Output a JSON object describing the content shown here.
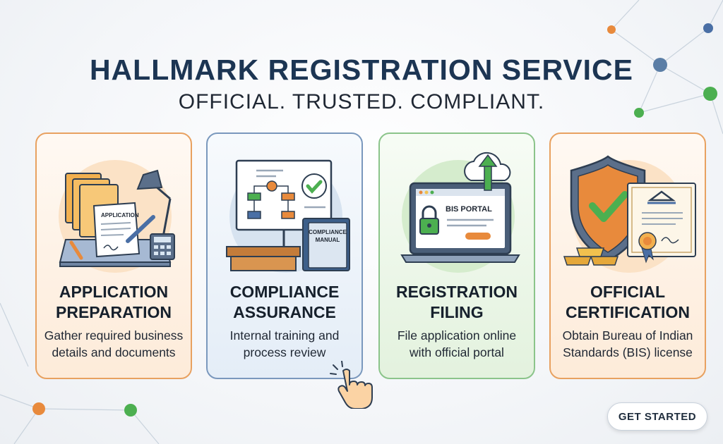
{
  "header": {
    "title": "HALLMARK REGISTRATION SERVICE",
    "subtitle": "OFFICIAL. TRUSTED. COMPLIANT."
  },
  "cards": [
    {
      "title_line1": "APPLICATION",
      "title_line2": "PREPARATION",
      "desc_line1": "Gather required business",
      "desc_line2": "details and documents",
      "illustration_label": "APPLICATION",
      "icon": "desk-documents-icon",
      "accent": "#e8a160"
    },
    {
      "title_line1": "COMPLIANCE",
      "title_line2": "ASSURANCE",
      "desc_line1": "Internal training and",
      "desc_line2": "process review",
      "illustration_label_1": "COMPLIANCE",
      "illustration_label_2": "MANUAL",
      "icon": "presentation-board-icon",
      "accent": "#7a98bd"
    },
    {
      "title_line1": "REGISTRATION",
      "title_line2": "FILING",
      "desc_line1": "File application online",
      "desc_line2": "with official portal",
      "illustration_label": "BIS PORTAL",
      "icon": "laptop-upload-icon",
      "accent": "#8bc48a"
    },
    {
      "title_line1": "OFFICIAL",
      "title_line2": "CERTIFICATION",
      "desc_line1": "Obtain Bureau of Indian",
      "desc_line2": "Standards (BIS) license",
      "icon": "shield-certificate-icon",
      "accent": "#e8a160"
    }
  ],
  "cta": {
    "label": "GET STARTED"
  },
  "colors": {
    "navy": "#1c3553",
    "orange": "#e88a3c",
    "green": "#4caf50",
    "blue": "#4a6fa5"
  }
}
